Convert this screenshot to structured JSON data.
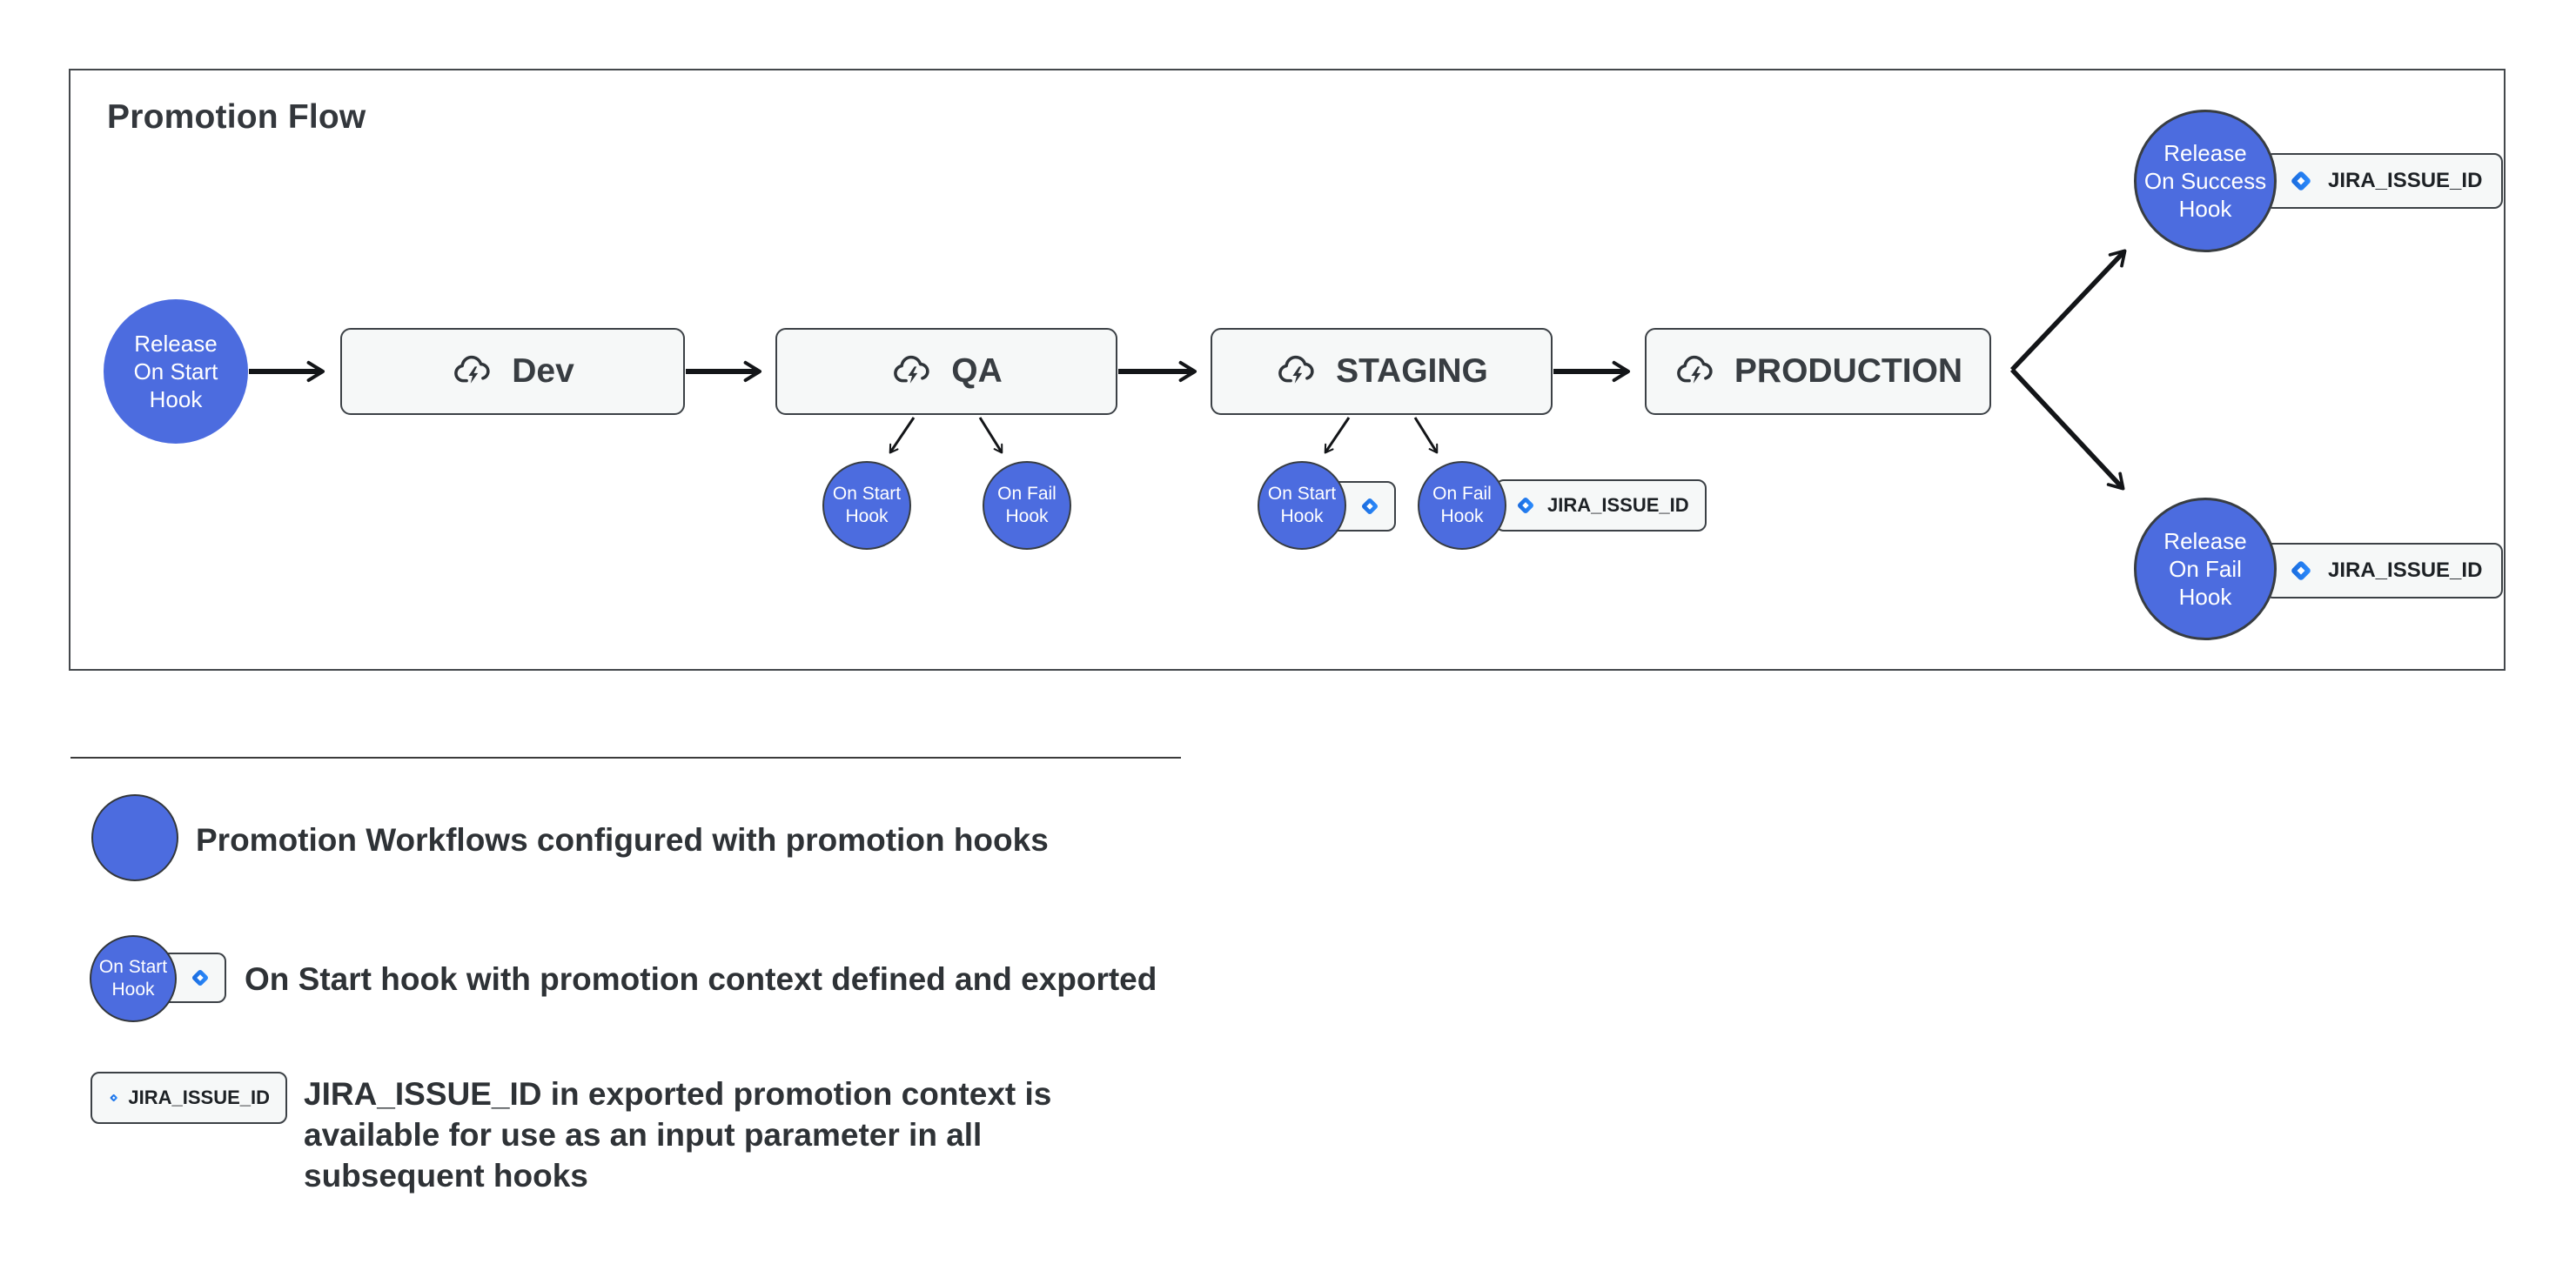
{
  "panel": {
    "title": "Promotion Flow"
  },
  "colors": {
    "hook_blue": "#4c6cdf",
    "node_fill": "#f6f8f8",
    "node_border": "#3c4146",
    "arrow": "#131518",
    "jira_blue": "#2E8EFF",
    "jira_blue_dark": "#1868DB"
  },
  "flow": {
    "start_hook": {
      "label": "Release\nOn Start\nHook"
    },
    "environments": [
      {
        "name": "Dev"
      },
      {
        "name": "QA"
      },
      {
        "name": "STAGING"
      },
      {
        "name": "PRODUCTION"
      }
    ],
    "qa_hooks": [
      {
        "label": "On Start\nHook"
      },
      {
        "label": "On Fail\nHook"
      }
    ],
    "staging_hooks": [
      {
        "label": "On Start\nHook"
      },
      {
        "label": "On Fail\nHook",
        "badge": "JIRA_ISSUE_ID"
      }
    ],
    "success_hook": {
      "label": "Release\nOn Success\nHook",
      "badge": "JIRA_ISSUE_ID"
    },
    "fail_hook": {
      "label": "Release\nOn Fail\nHook",
      "badge": "JIRA_ISSUE_ID"
    }
  },
  "legend": {
    "items": [
      {
        "text": "Promotion Workflows configured with promotion hooks"
      },
      {
        "icon_label": "On Start\nHook",
        "text": "On Start hook with promotion context defined and exported"
      },
      {
        "badge": "JIRA_ISSUE_ID",
        "text": "JIRA_ISSUE_ID in exported promotion context is\navailable for use as an input parameter in all\nsubsequent hooks"
      }
    ]
  }
}
